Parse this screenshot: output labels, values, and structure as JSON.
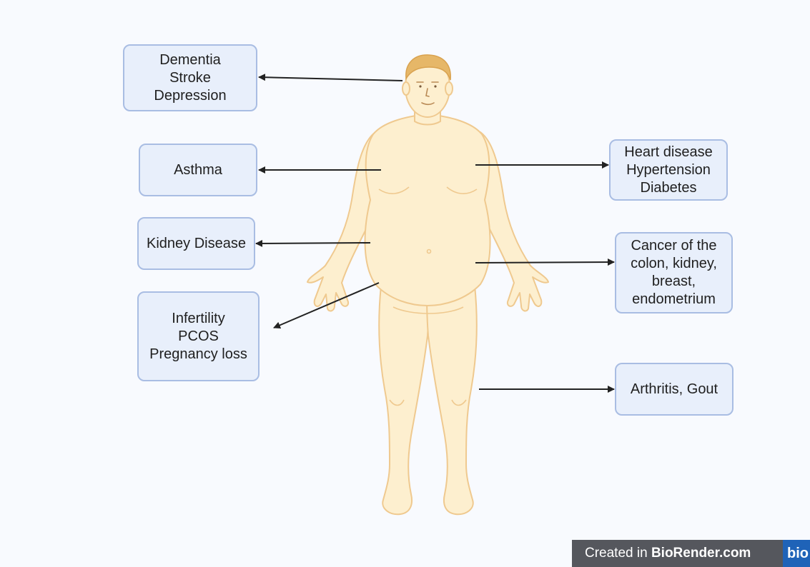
{
  "boxes": {
    "brain": [
      "Dementia",
      "Stroke",
      "Depression"
    ],
    "lungs": [
      "Asthma"
    ],
    "kidney": [
      "Kidney Disease"
    ],
    "reproductive": [
      "Infertility",
      "PCOS",
      "Pregnancy loss"
    ],
    "heart": [
      "Heart disease",
      "Hypertension",
      "Diabetes"
    ],
    "cancer": [
      "Cancer of the",
      "colon, kidney,",
      "breast,",
      "endometrium"
    ],
    "joints": [
      "Arthritis, Gout"
    ]
  },
  "footer": {
    "prefix": "Created in ",
    "brand": "BioRender.com",
    "logo": "bio"
  },
  "colors": {
    "skin": "#fdefcf",
    "skin_outline": "#efc98f",
    "hair": "#e6b768",
    "box_fill": "#e8effb",
    "box_border": "#a9bde3",
    "arrow": "#222222",
    "footer_bg": "#55575d",
    "logo_bg": "#1f63b8"
  }
}
